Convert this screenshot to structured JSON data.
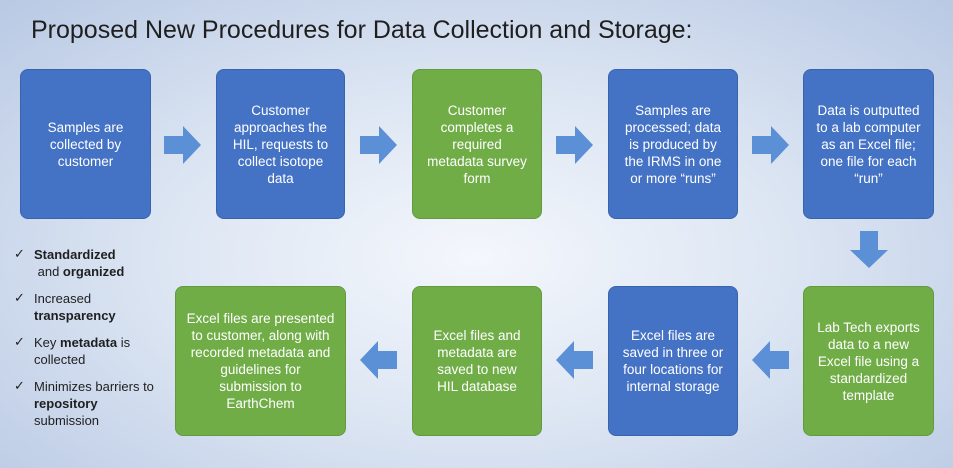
{
  "title": "Proposed New Procedures for Data Collection and Storage:",
  "steps": [
    {
      "text": "Samples are collected by customer",
      "color": "#4472c4"
    },
    {
      "text": "Customer approaches the HIL, requests to collect isotope data",
      "color": "#4472c4"
    },
    {
      "text": "Customer completes a required metadata survey form",
      "color": "#70ad47"
    },
    {
      "text": "Samples are processed; data is produced by the IRMS in one or more “runs”",
      "color": "#4472c4"
    },
    {
      "text": "Data is outputted to a lab computer as an Excel file; one file for each “run”",
      "color": "#4472c4"
    },
    {
      "text": "Lab Tech exports data to a new Excel file using a standardized template",
      "color": "#70ad47"
    },
    {
      "text": "Excel files are saved in three or four locations for internal storage",
      "color": "#4472c4"
    },
    {
      "text": "Excel files and metadata are saved to new HIL database",
      "color": "#70ad47"
    },
    {
      "text": "Excel files are presented to customer, along with recorded metadata and guidelines for submission to EarthChem",
      "color": "#70ad47"
    }
  ],
  "benefits": [
    {
      "pre": "",
      "bold": "Standardized",
      "mid": " and ",
      "bold2": "organized",
      "post": ""
    },
    {
      "pre": "Increased ",
      "bold": "transparency",
      "mid": "",
      "bold2": "",
      "post": ""
    },
    {
      "pre": "Key ",
      "bold": "metadata",
      "mid": " is collected",
      "bold2": "",
      "post": ""
    },
    {
      "pre": "Minimizes barriers to ",
      "bold": "repository",
      "mid": " submission",
      "bold2": "",
      "post": ""
    }
  ],
  "check_symbol": "✓",
  "arrow_color": "#5b8fd6"
}
